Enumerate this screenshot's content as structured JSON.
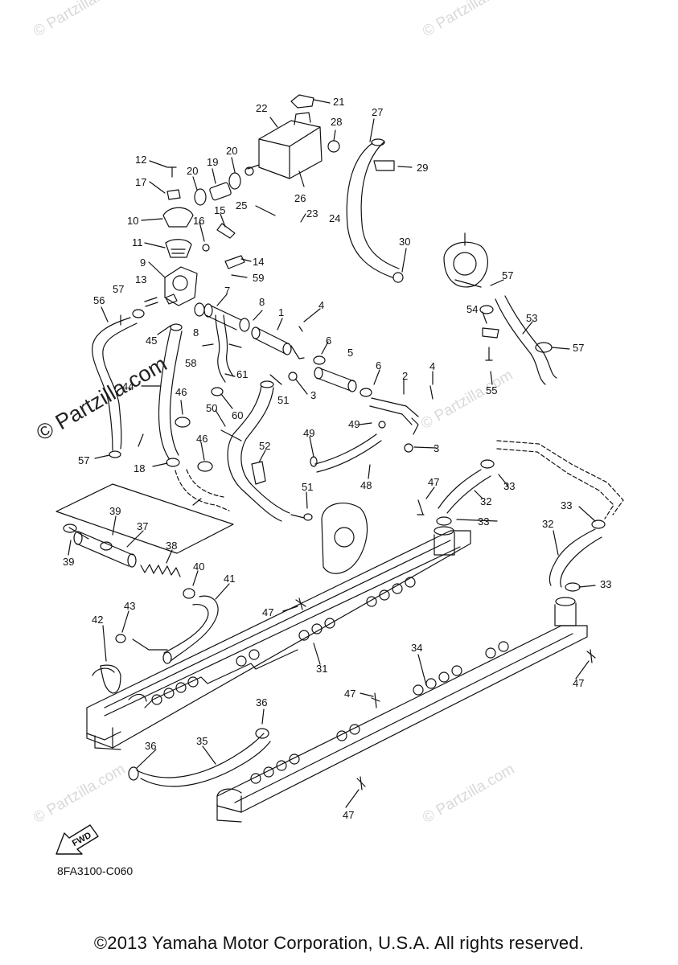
{
  "watermark_small": "© Partzilla.com",
  "watermark_center": "© Partzilla.com",
  "diagram_code": "8FA3100-C060",
  "fwd_label": "FWD",
  "copyright": "©2013 Yamaha Motor Corporation, U.S.A. All rights reserved.",
  "callouts": [
    "1",
    "2",
    "3",
    "4",
    "5",
    "6",
    "7",
    "8",
    "9",
    "10",
    "11",
    "12",
    "13",
    "14",
    "15",
    "16",
    "17",
    "18",
    "19",
    "20",
    "21",
    "22",
    "23",
    "24",
    "25",
    "26",
    "27",
    "28",
    "29",
    "30",
    "31",
    "32",
    "33",
    "34",
    "35",
    "36",
    "37",
    "38",
    "39",
    "40",
    "41",
    "42",
    "43",
    "44",
    "45",
    "46",
    "47",
    "48",
    "49",
    "50",
    "51",
    "52",
    "53",
    "54",
    "55",
    "56",
    "57",
    "58",
    "59",
    "60",
    "61"
  ]
}
